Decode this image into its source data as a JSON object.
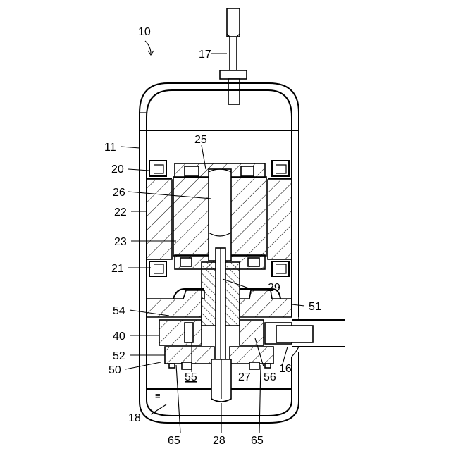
{
  "labels": {
    "ref_10": "10",
    "ref_17": "17",
    "ref_11": "11",
    "ref_25": "25",
    "ref_20": "20",
    "ref_26": "26",
    "ref_22": "22",
    "ref_23": "23",
    "ref_21": "21",
    "ref_29": "29",
    "ref_54": "54",
    "ref_51": "51",
    "ref_40": "40",
    "ref_52": "52",
    "ref_16": "16",
    "ref_50": "50",
    "ref_55": "55",
    "ref_27": "27",
    "ref_56": "56",
    "ref_18": "18",
    "ref_65_left": "65",
    "ref_28": "28",
    "ref_65_right": "65"
  },
  "oil_level_symbol": "≡"
}
